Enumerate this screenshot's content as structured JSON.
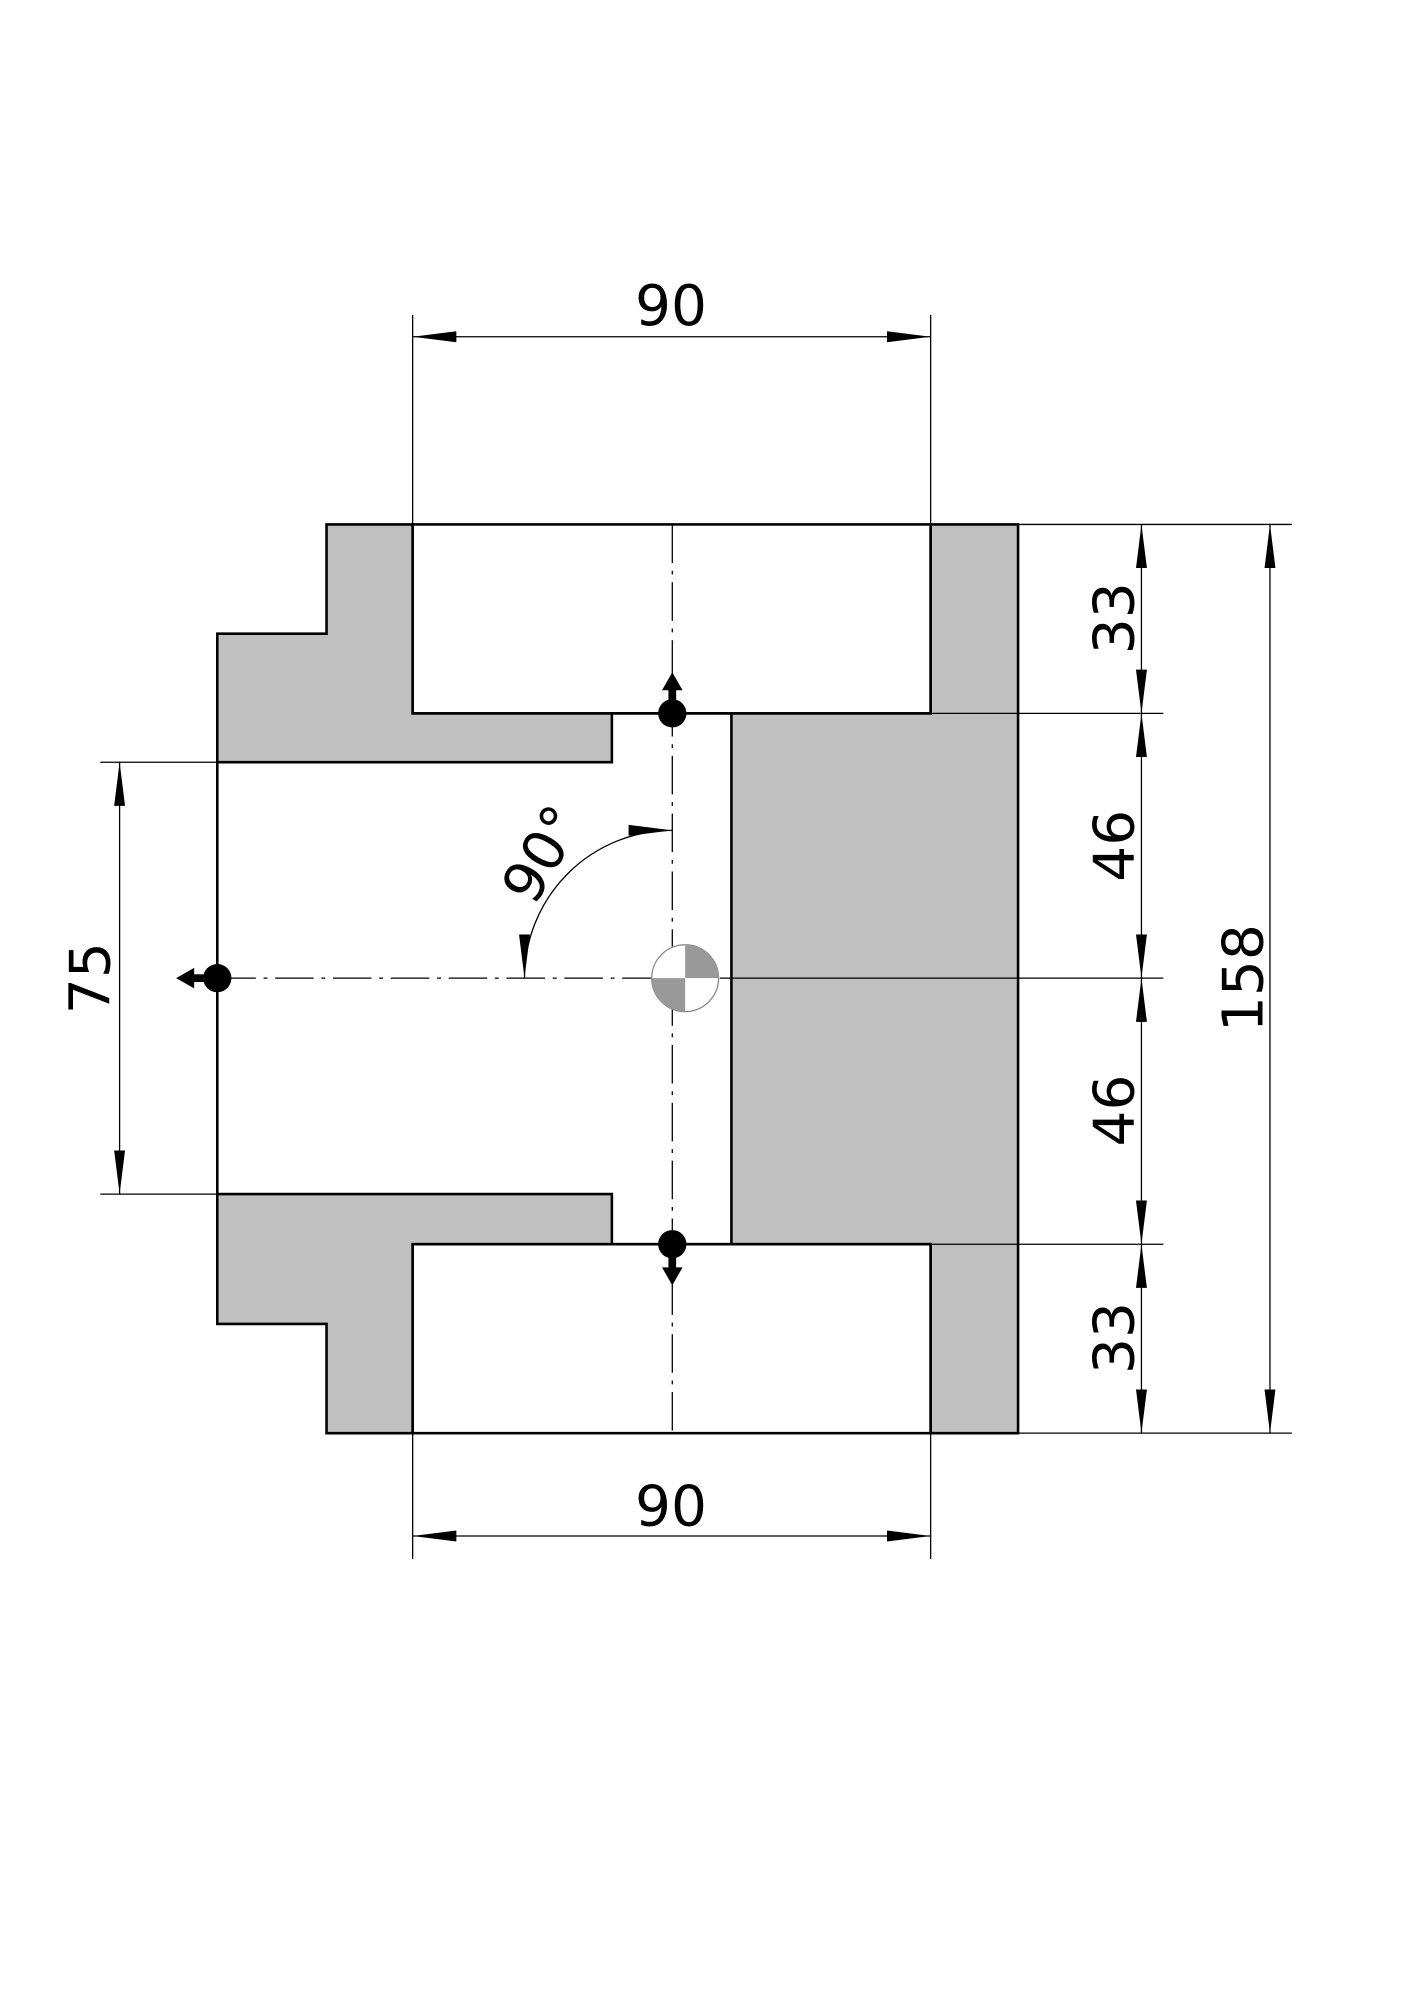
{
  "drawing": {
    "dimensions": {
      "top_width": "90",
      "bottom_width": "90",
      "left_opening": "75",
      "upper_flange": "33",
      "upper_half": "46",
      "lower_half": "46",
      "lower_flange": "33",
      "total_height": "158",
      "angle": "90°"
    },
    "colors": {
      "section_fill": "#c0c0c0",
      "line": "#000000",
      "cog_fill": "#999999"
    }
  }
}
